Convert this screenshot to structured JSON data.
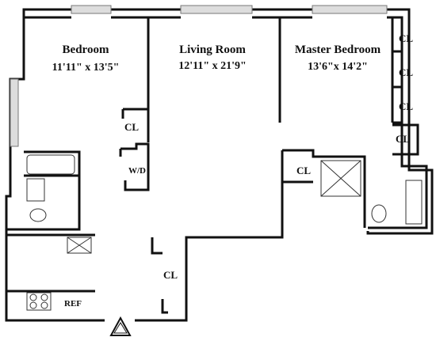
{
  "rooms": {
    "bedroom": {
      "name": "Bedroom",
      "dims": "11'11\" x 13'5\""
    },
    "living_room": {
      "name": "Living Room",
      "dims": "12'11\"  x  21'9\""
    },
    "master_bedroom": {
      "name": "Master Bedroom",
      "dims": "13'6\"x 14'2\""
    }
  },
  "closets": {
    "cl_master_1": "CL",
    "cl_master_2": "CL",
    "cl_master_3": "CL",
    "cl_master_4": "CL",
    "cl_bedroom": "CL",
    "cl_hall": "CL",
    "cl_entry": "CL"
  },
  "fixtures": {
    "washer_dryer": "W/D",
    "refrigerator": "REF"
  },
  "colors": {
    "wall": "#111111",
    "window": "#bbbbbb"
  }
}
